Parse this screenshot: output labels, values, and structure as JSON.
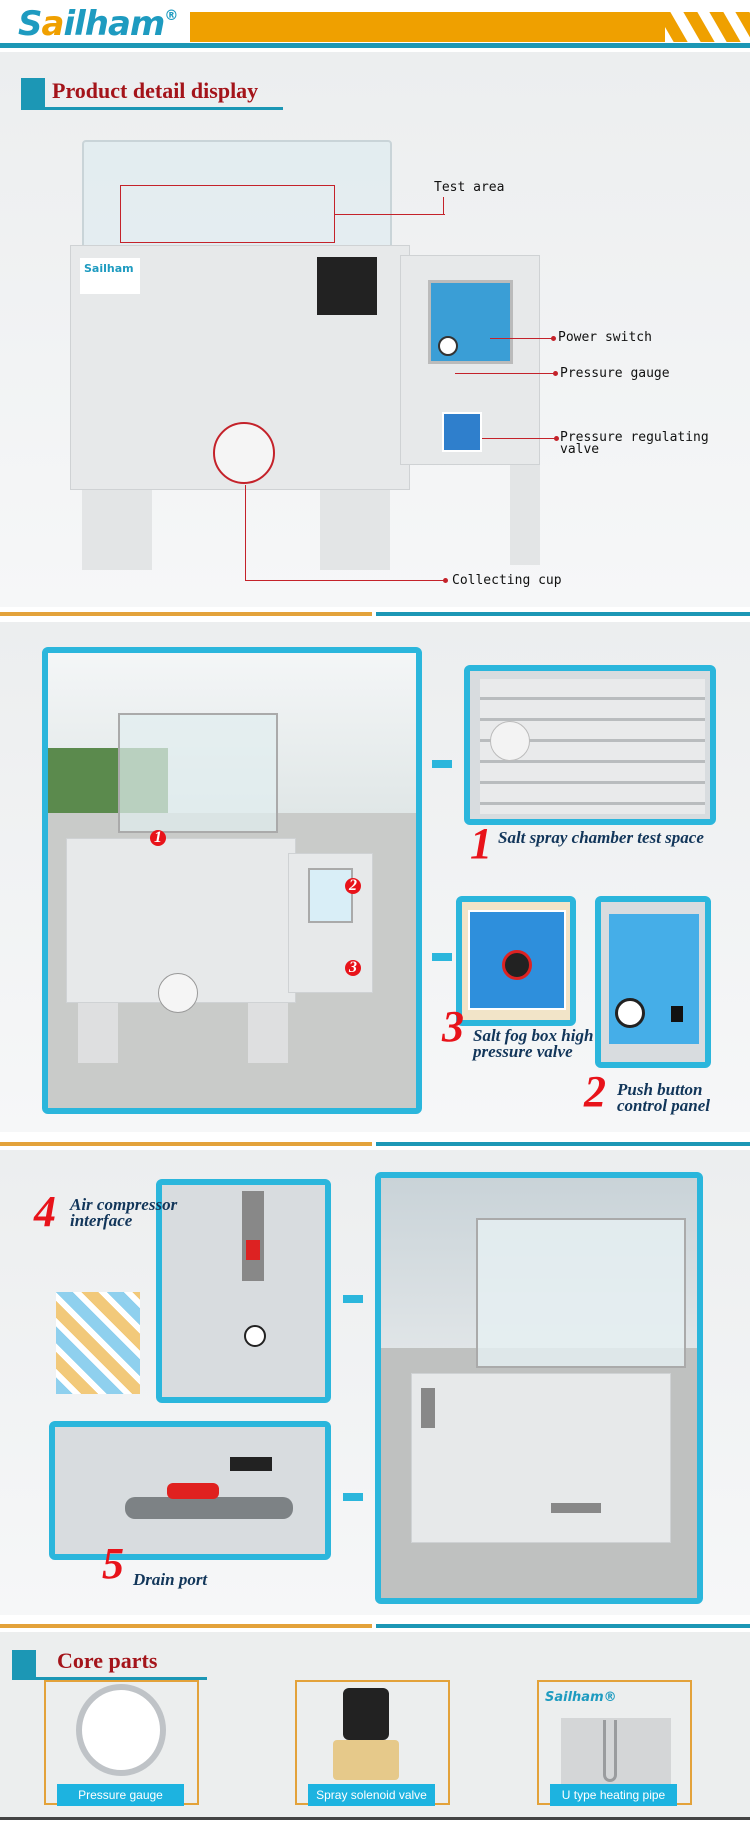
{
  "header": {
    "brand_prefix": "S",
    "brand_accent": "a",
    "brand_suffix": "ilham",
    "registered": "®"
  },
  "section1": {
    "title": "Product detail display",
    "callouts": {
      "test_area": "Test area",
      "power_switch": "Power switch",
      "pressure_gauge": "Pressure gauge",
      "pressure_valve": "Pressure regulating valve",
      "collecting_cup": "Collecting cup"
    }
  },
  "section2": {
    "items": [
      {
        "num": "1",
        "label": "Salt spray chamber test space"
      },
      {
        "num": "3",
        "label": "Salt fog box high pressure valve"
      },
      {
        "num": "2",
        "label": "Push button control panel"
      }
    ]
  },
  "section3": {
    "items": [
      {
        "num": "4",
        "label": "Air compressor interface"
      },
      {
        "num": "5",
        "label": "Drain port"
      }
    ]
  },
  "core": {
    "title": "Core parts",
    "items": [
      {
        "label": "Pressure gauge",
        "icon": "pressure-gauge-photo"
      },
      {
        "label": "Spray solenoid valve",
        "icon": "solenoid-valve-photo"
      },
      {
        "label": "U type heating pipe",
        "icon": "heating-pipe-photo"
      }
    ],
    "brand": "Sailham®"
  },
  "colors": {
    "teal": "#1c97b5",
    "orange": "#efa000",
    "title_red": "#a4141a",
    "frame_blue": "#2bb6dc",
    "number_red": "#e8131a"
  }
}
